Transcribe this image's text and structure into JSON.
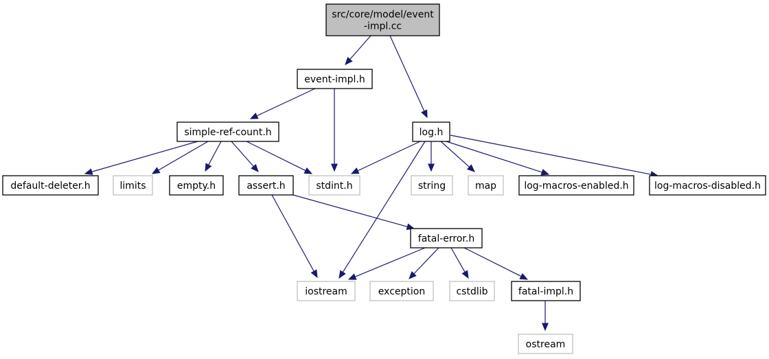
{
  "colors": {
    "edge": "#191970",
    "root_fill": "#bfbfbf",
    "external_border": "#bfbfbf",
    "internal_border": "#000000",
    "text": "#000000"
  },
  "nodes": {
    "root": {
      "lines": [
        "src/core/model/event",
        "-impl.cc"
      ],
      "kind": "root"
    },
    "event_impl_h": {
      "lines": [
        "event-impl.h"
      ],
      "kind": "internal"
    },
    "simple_ref_count_h": {
      "lines": [
        "simple-ref-count.h"
      ],
      "kind": "internal"
    },
    "log_h": {
      "lines": [
        "log.h"
      ],
      "kind": "internal"
    },
    "default_deleter_h": {
      "lines": [
        "default-deleter.h"
      ],
      "kind": "internal"
    },
    "limits": {
      "lines": [
        "limits"
      ],
      "kind": "external"
    },
    "empty_h": {
      "lines": [
        "empty.h"
      ],
      "kind": "internal"
    },
    "assert_h": {
      "lines": [
        "assert.h"
      ],
      "kind": "internal"
    },
    "stdint_h": {
      "lines": [
        "stdint.h"
      ],
      "kind": "external"
    },
    "string": {
      "lines": [
        "string"
      ],
      "kind": "external"
    },
    "map": {
      "lines": [
        "map"
      ],
      "kind": "external"
    },
    "log_macros_enabled_h": {
      "lines": [
        "log-macros-enabled.h"
      ],
      "kind": "internal"
    },
    "log_macros_disabled_h": {
      "lines": [
        "log-macros-disabled.h"
      ],
      "kind": "internal"
    },
    "fatal_error_h": {
      "lines": [
        "fatal-error.h"
      ],
      "kind": "internal"
    },
    "iostream": {
      "lines": [
        "iostream"
      ],
      "kind": "external"
    },
    "exception": {
      "lines": [
        "exception"
      ],
      "kind": "external"
    },
    "cstdlib": {
      "lines": [
        "cstdlib"
      ],
      "kind": "external"
    },
    "fatal_impl_h": {
      "lines": [
        "fatal-impl.h"
      ],
      "kind": "internal"
    },
    "ostream": {
      "lines": [
        "ostream"
      ],
      "kind": "external"
    }
  },
  "edges": [
    [
      "root",
      "event_impl_h"
    ],
    [
      "root",
      "log_h"
    ],
    [
      "event_impl_h",
      "simple_ref_count_h"
    ],
    [
      "event_impl_h",
      "stdint_h"
    ],
    [
      "simple_ref_count_h",
      "default_deleter_h"
    ],
    [
      "simple_ref_count_h",
      "limits"
    ],
    [
      "simple_ref_count_h",
      "empty_h"
    ],
    [
      "simple_ref_count_h",
      "assert_h"
    ],
    [
      "simple_ref_count_h",
      "stdint_h"
    ],
    [
      "log_h",
      "stdint_h"
    ],
    [
      "log_h",
      "iostream"
    ],
    [
      "log_h",
      "string"
    ],
    [
      "log_h",
      "map"
    ],
    [
      "log_h",
      "log_macros_enabled_h"
    ],
    [
      "log_h",
      "log_macros_disabled_h"
    ],
    [
      "assert_h",
      "iostream"
    ],
    [
      "assert_h",
      "fatal_error_h"
    ],
    [
      "fatal_error_h",
      "iostream"
    ],
    [
      "fatal_error_h",
      "exception"
    ],
    [
      "fatal_error_h",
      "cstdlib"
    ],
    [
      "fatal_error_h",
      "fatal_impl_h"
    ],
    [
      "fatal_impl_h",
      "ostream"
    ]
  ]
}
